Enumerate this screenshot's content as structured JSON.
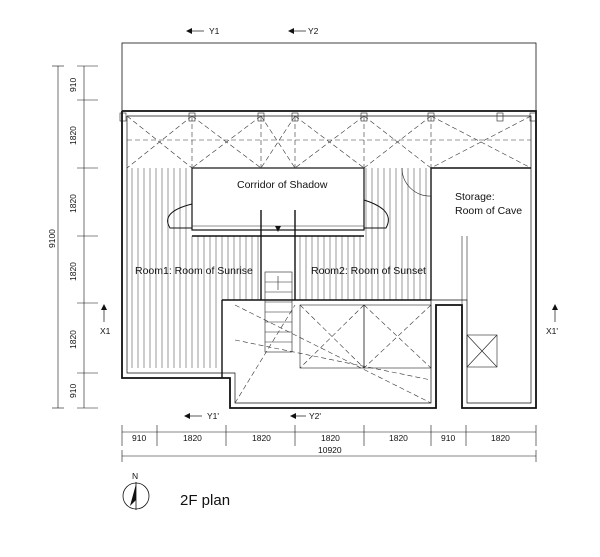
{
  "drawing": {
    "title": "2F plan",
    "north": "N",
    "rooms": {
      "corridor": "Corridor of Shadow",
      "room1": "Room1: Room of Sunrise",
      "room2": "Room2: Room of Sunset",
      "storage_line1": "Storage:",
      "storage_line2": "Room of Cave"
    },
    "sections": {
      "y1_top": "Y1",
      "y2_top": "Y2",
      "y1_bottom": "Y1'",
      "y2_bottom": "Y2'",
      "x1_left": "X1",
      "x1_right": "X1'"
    },
    "dims_bottom": [
      "910",
      "1820",
      "1820",
      "1820",
      "1820",
      "910",
      "1820"
    ],
    "dim_total_bottom": "10920",
    "dims_left": [
      "910",
      "1820",
      "1820",
      "1820",
      "1820",
      "910"
    ],
    "dim_total_left": "9100"
  }
}
